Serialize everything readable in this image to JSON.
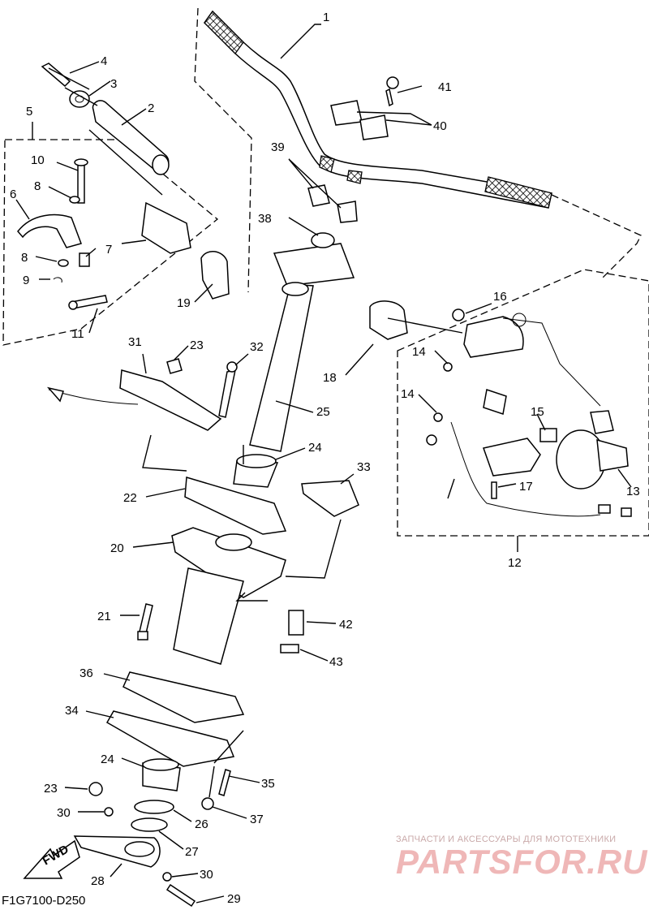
{
  "diagram": {
    "code": "F1G7100-D250",
    "fwd_label": "FWD",
    "callouts": [
      "1",
      "2",
      "3",
      "4",
      "5",
      "6",
      "7",
      "8",
      "8",
      "9",
      "10",
      "11",
      "12",
      "13",
      "14",
      "14",
      "15",
      "16",
      "17",
      "18",
      "19",
      "20",
      "21",
      "22",
      "23",
      "23",
      "24",
      "24",
      "25",
      "26",
      "27",
      "28",
      "29",
      "30",
      "30",
      "31",
      "32",
      "33",
      "34",
      "35",
      "36",
      "37",
      "38",
      "39",
      "40",
      "41",
      "42",
      "43"
    ]
  },
  "watermark": {
    "tagline": "ЗАПЧАСТИ И АКСЕССУАРЫ ДЛЯ МОТОТЕХНИКИ",
    "brand": "PARTSFOR.RU"
  }
}
